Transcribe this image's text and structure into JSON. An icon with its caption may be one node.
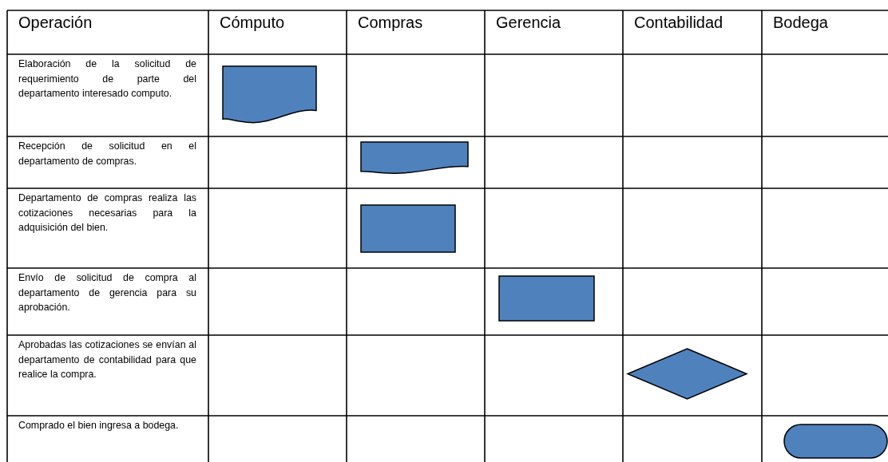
{
  "diagram": {
    "nodes": [
      {
        "text": [],
        "shape": "document"
      },
      {
        "text": [],
        "shape": "document"
      },
      {
        "text": [],
        "shape": "box"
      },
      {
        "text": [],
        "shape": "box"
      },
      {
        "text": [],
        "shape": "diamond"
      },
      {
        "text": [],
        "shape": "terminator"
      }
    ],
    "labels": [
      "Operación",
      "Cómputo",
      "Compras",
      "Gerencia",
      "Contabilidad",
      "Bodega",
      "Elaboración de la solicitud de requerimiento de parte del departamento interesado computo.",
      "Recepción de solicitud en el departamento de compras.",
      "Departamento de compras realiza las cotizaciones necesarias para la adquisición del bien.",
      "Envío de solicitud de compra al departamento de gerencia para su aprobación.",
      "Aprobadas las cotizaciones se envían al departamento de contabilidad para que realice la compra.",
      "Comprado el bien ingresa a bodega."
    ]
  }
}
